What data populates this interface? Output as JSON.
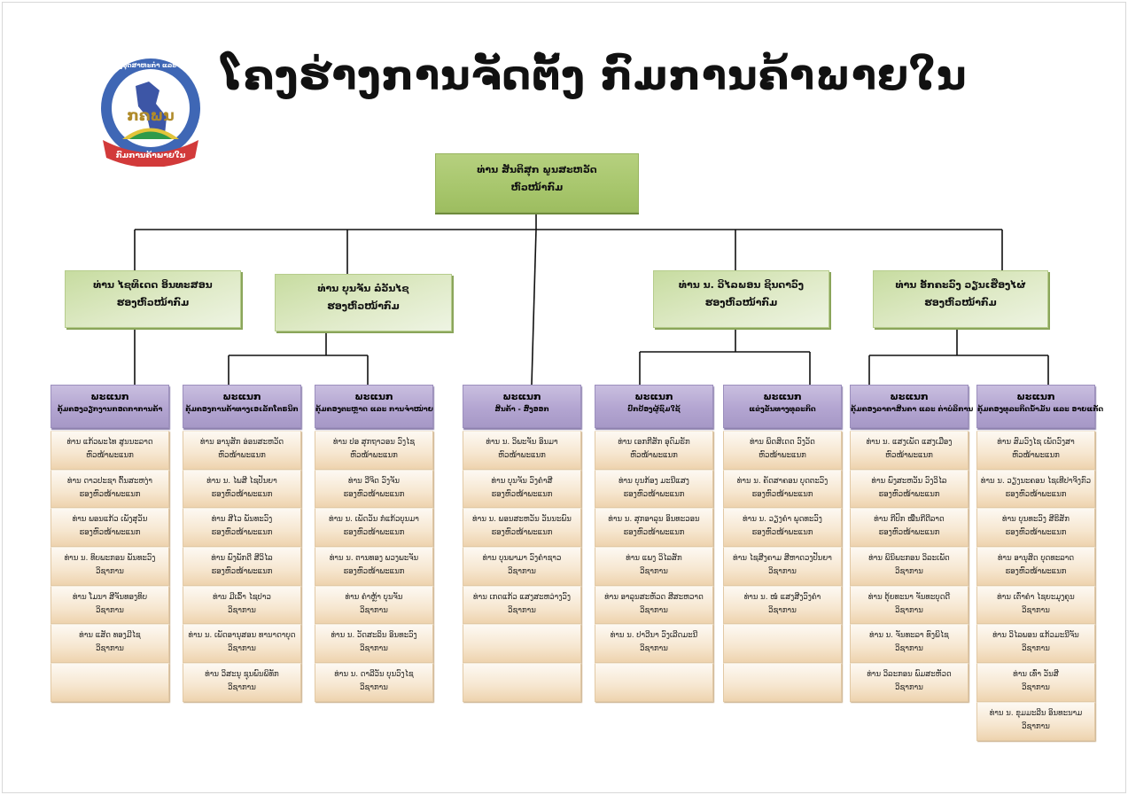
{
  "title": "ໂຄງຮ່າງການຈັດຕັ້ງ ກົມການຄ້າພາຍໃນ",
  "logo": {
    "ring_text": "ກະຊວງອຸດສາຫະກຳ ແລະ ການຄ້າ",
    "center_text": "ກຄພນ",
    "ribbon_text": "ກົມການຄ້າພາຍໃນ"
  },
  "colors": {
    "director": "#a7c66c",
    "deputy": "#dfeac7",
    "dept": "#b3a5d1",
    "staff": "#f6e6cf"
  },
  "director": {
    "name": "ທ່ານ ສັນຕິສຸກ ພູນສະຫວັດ",
    "role": "ຫົວໜ້າກົມ"
  },
  "deputies": [
    {
      "name": "ທ່ານ ໄຊທິເດດ ອິນທະສອນ",
      "role": "ຮອງຫົວໜ້າກົມ"
    },
    {
      "name": "ທ່ານ ບຸນຈັນ ລໍວັນໄຊ",
      "role": "ຮອງຫົວໜ້າກົມ"
    },
    {
      "name": "ທ່ານ ນ. ວິໄລພອນ ຊິນດາວົງ",
      "role": "ຮອງຫົວໜ້າກົມ"
    },
    {
      "name": "ທ່ານ ອັກຄະວົງ ວຽນເຮືອງໄຜ່",
      "role": "ຮອງຫົວໜ້າກົມ"
    }
  ],
  "departments": [
    {
      "label": "ພະແນກ",
      "name": "ຄຸ້ມຄອງວຽກງານກອດກາການຄ້າ",
      "staff": [
        {
          "name": "ທ່ານ ແກ້ວພະໄທ ສູນນະລາດ",
          "role": "ຫົວໜ້າພະແນກ"
        },
        {
          "name": "ທ່ານ ດາວປະຊາ ຕົ້ນສະຫງ່າ",
          "role": "ຮອງຫົວໜ້າພະແນກ"
        },
        {
          "name": "ທ່ານ ພອນແກ້ວ ເພັງສຸວັນ",
          "role": "ຮອງຫົວໜ້າພະແນກ"
        },
        {
          "name": "ທ່ານ ນ. ທິບພະກອນ ພັນທະວົງ",
          "role": "ວິຊາການ"
        },
        {
          "name": "ທ່ານ ໂມນາ ສີຈັນທອງທິບ",
          "role": "ວິຊາການ"
        },
        {
          "name": "ທ່ານ ແສັດ ທອງມີໄຊ",
          "role": "ວິຊາການ"
        },
        {
          "name": "",
          "role": ""
        }
      ]
    },
    {
      "label": "ພະແນກ",
      "name": "ຄຸ້ມຄອງການຄ້າທາງເອເລັກໂຕຣນິກ",
      "staff": [
        {
          "name": "ທ່ານ ອານຸສັກ ອ່ອນສະຫວັດ",
          "role": "ຫົວໜ້າພະແນກ"
        },
        {
          "name": "ທ່ານ ນ. ໄພສີ ໄຊປັນຍາ",
          "role": "ຮອງຫົວໜ້າພະແນກ"
        },
        {
          "name": "ທ່ານ ສີໄວ ພັນທະວົງ",
          "role": "ຮອງຫົວໜ້າພະແນກ"
        },
        {
          "name": "ທ່ານ ພົງພັກດີ ສີວິໄລ",
          "role": "ຮອງຫົວໜ້າພະແນກ"
        },
        {
          "name": "ທ່ານ ມີເລົ້າ ໄຊປາວ",
          "role": "ວິຊາການ"
        },
        {
          "name": "ທ່ານ ນ. ເພັດອານຸສອນ ທານາດາບຸດ",
          "role": "ວິຊາການ"
        },
        {
          "name": "ທ່ານ ວິສະນຸ ຊຸນພົນພິທັກ",
          "role": "ວິຊາການ"
        }
      ]
    },
    {
      "label": "ພະແນກ",
      "name": "ຄຸ້ມຄອງຕະຫຼາດ ແລະ ການຈຳໜ່າຍ",
      "staff": [
        {
          "name": "ທ່ານ ປອ ສຸກຖາວອນ ວົງໄຊ",
          "role": "ຫົວໜ້າພະແນກ"
        },
        {
          "name": "ທ່ານ ວີຈິດ ວົງຈັນ",
          "role": "ຮອງຫົວໜ້າພະແນກ"
        },
        {
          "name": "ທ່ານ ນ. ເພັດວັນ ກໍແກ້ວບຸນມາ",
          "role": "ຮອງຫົວໜ້າພະແນກ"
        },
        {
          "name": "ທ່ານ ນ. ຕານທອງ ພວງພະຈັນ",
          "role": "ຮອງຫົວໜ້າພະແນກ"
        },
        {
          "name": "ທ່ານ ຄຳຫຼ້າ ບຸນຈັນ",
          "role": "ວິຊາການ"
        },
        {
          "name": "ທ່ານ ນ. ວັດສະລິນ ອິນທະວົງ",
          "role": "ວິຊາການ"
        },
        {
          "name": "ທ່ານ ນ. ດາລີວັນ ບຸນວົງໄຊ",
          "role": "ວິຊາການ"
        }
      ]
    },
    {
      "label": "ພະແນກ",
      "name": "ສິນຄ້າ - ສົ່ງອອກ",
      "staff": [
        {
          "name": "ທ່ານ ນ. ວິພະຈັນ ອິນມາ",
          "role": "ຫົວໜ້າພະແນກ"
        },
        {
          "name": "ທ່ານ ບຸນຈັນ ວົງຄຳສີ",
          "role": "ຮອງຫົວໜ້າພະແນກ"
        },
        {
          "name": "ທ່ານ ນ. ພອນສະຫວັນ ວັນນະພົນ",
          "role": "ຮອງຫົວໜ້າພະແນກ"
        },
        {
          "name": "ທ່ານ ບຸນພາມາ ວົງຄຳຊາວ",
          "role": "ວິຊາການ"
        },
        {
          "name": "ທ່ານ ເກດແກ້ວ ແສງສະຫວ່າງວົງ",
          "role": "ວິຊາການ"
        },
        {
          "name": "",
          "role": ""
        },
        {
          "name": "",
          "role": ""
        }
      ]
    },
    {
      "label": "ພະແນກ",
      "name": "ປົກປ້ອງຜູ້ຊົມໃຊ້",
      "staff": [
        {
          "name": "ທ່ານ ເອກກີສັກ ອຸດົມຮັກ",
          "role": "ຫົວໜ້າພະແນກ"
        },
        {
          "name": "ທ່ານ ບຸນກ້ອງ ມະນີແສງ",
          "role": "ຮອງຫົວໜ້າພະແນກ"
        },
        {
          "name": "ທ່ານ ນ. ສຸກອາລຸນ ອິນທະວອນ",
          "role": "ຮອງຫົວໜ້າພະແນກ"
        },
        {
          "name": "ທ່ານ ແພງ ວິໄລສັກ",
          "role": "ວິຊາການ"
        },
        {
          "name": "ທ່ານ ອາລຸນສະຫັວດ ສີສະຫວາດ",
          "role": "ວິຊາການ"
        },
        {
          "name": "ທ່ານ ນ. ປາວີນາ ວົງເລີດມະນີ",
          "role": "ວິຊາການ"
        },
        {
          "name": "",
          "role": ""
        }
      ]
    },
    {
      "label": "ພະແນກ",
      "name": "ແຂ່ງຂັນທາງທຸລະກິດ",
      "staff": [
        {
          "name": "ທ່ານ ພິດສິເດດ ວົງວັດ",
          "role": "ຫົວໜ້າພະແນກ"
        },
        {
          "name": "ທ່ານ ນ. ຄັດສາຄອນ ບຸດຕະວົງ",
          "role": "ຮອງຫົວໜ້າພະແນກ"
        },
        {
          "name": "ທ່ານ ນ. ວຽງຄຳ ພຸດທະວົງ",
          "role": "ຮອງຫົວໜ້າພະແນກ"
        },
        {
          "name": "ທ່ານ ໄຊສີງຄາມ ສີຫາດວງປັນຍາ",
          "role": "ວິຊາການ"
        },
        {
          "name": "ທ່ານ ນ. ໜໍ່ ແສງສີງວົງຄຳ",
          "role": "ວິຊາການ"
        },
        {
          "name": "",
          "role": ""
        },
        {
          "name": "",
          "role": ""
        }
      ]
    },
    {
      "label": "ພະແນກ",
      "name": "ຄຸ້ມຄອງລາຄາສິນຄາ ແລະ ຄ່າບໍລິການ",
      "staff": [
        {
          "name": "ທ່ານ ນ. ແສງເພັດ ແສງເມືອງ",
          "role": "ຫົວໜ້າພະແນກ"
        },
        {
          "name": "ທ່ານ ພົງສະຫວັນ ວົງວິໄລ",
          "role": "ຮອງຫົວໜ້າພະແນກ"
        },
        {
          "name": "ທ່ານ ກີປົກ ໝື່ນກີດີລາດ",
          "role": "ຮອງຫົວໜ້າພະແນກ"
        },
        {
          "name": "ທ່ານ ພິນິພະກອນ ວິລະເພັດ",
          "role": "ວິຊາການ"
        },
        {
          "name": "ທ່ານ ຕຸ້ຍທະນາ ຈັນທະບຸດດີ",
          "role": "ວິຊາການ"
        },
        {
          "name": "ທ່ານ ນ. ຈັນທະລາ ທົງພິໄຊ",
          "role": "ວິຊາການ"
        },
        {
          "name": "ທ່ານ ວິລະກອນ ພົມສະຫັວດ",
          "role": "ວິຊາການ"
        }
      ]
    },
    {
      "label": "ພະແນກ",
      "name": "ຄຸ້ມຄອງທຸລະກິດນ້ຳມັນ ແລະ ອາຍແກັດ",
      "staff": [
        {
          "name": "ທ່ານ ສົມວົງໄຊ ເພັດວົງສາ",
          "role": "ຫົວໜ້າພະແນກ"
        },
        {
          "name": "ທ່ານ ນ. ວຽງນະຄອນ ໄຊເທີປາຈິງກົວ",
          "role": "ຮອງຫົວໜ້າພະແນກ"
        },
        {
          "name": "ທ່ານ ບຸນທະວົງ ສີຮິສັກ",
          "role": "ຮອງຫົວໜ້າພະແນກ"
        },
        {
          "name": "ທ່ານ ອານຸສິດ ບຸດທະລາດ",
          "role": "ຮອງຫົວໜ້າພະແນກ"
        },
        {
          "name": "ທ່ານ ເຕົ່າຄຳ ໄຊຍະມຸງຄຸນ",
          "role": "ວິຊາການ"
        },
        {
          "name": "ທ່ານ ວິໄລພອນ ແກ້ວມະນີຈັນ",
          "role": "ວິຊາການ"
        },
        {
          "name": "ທ່ານ ເທົ່າ ວັນສີ",
          "role": "ວິຊາການ"
        },
        {
          "name": "ທ່ານ ນ. ຂຸມມະລີນ ອິນທະນາມ",
          "role": "ວິຊາການ"
        }
      ]
    }
  ]
}
